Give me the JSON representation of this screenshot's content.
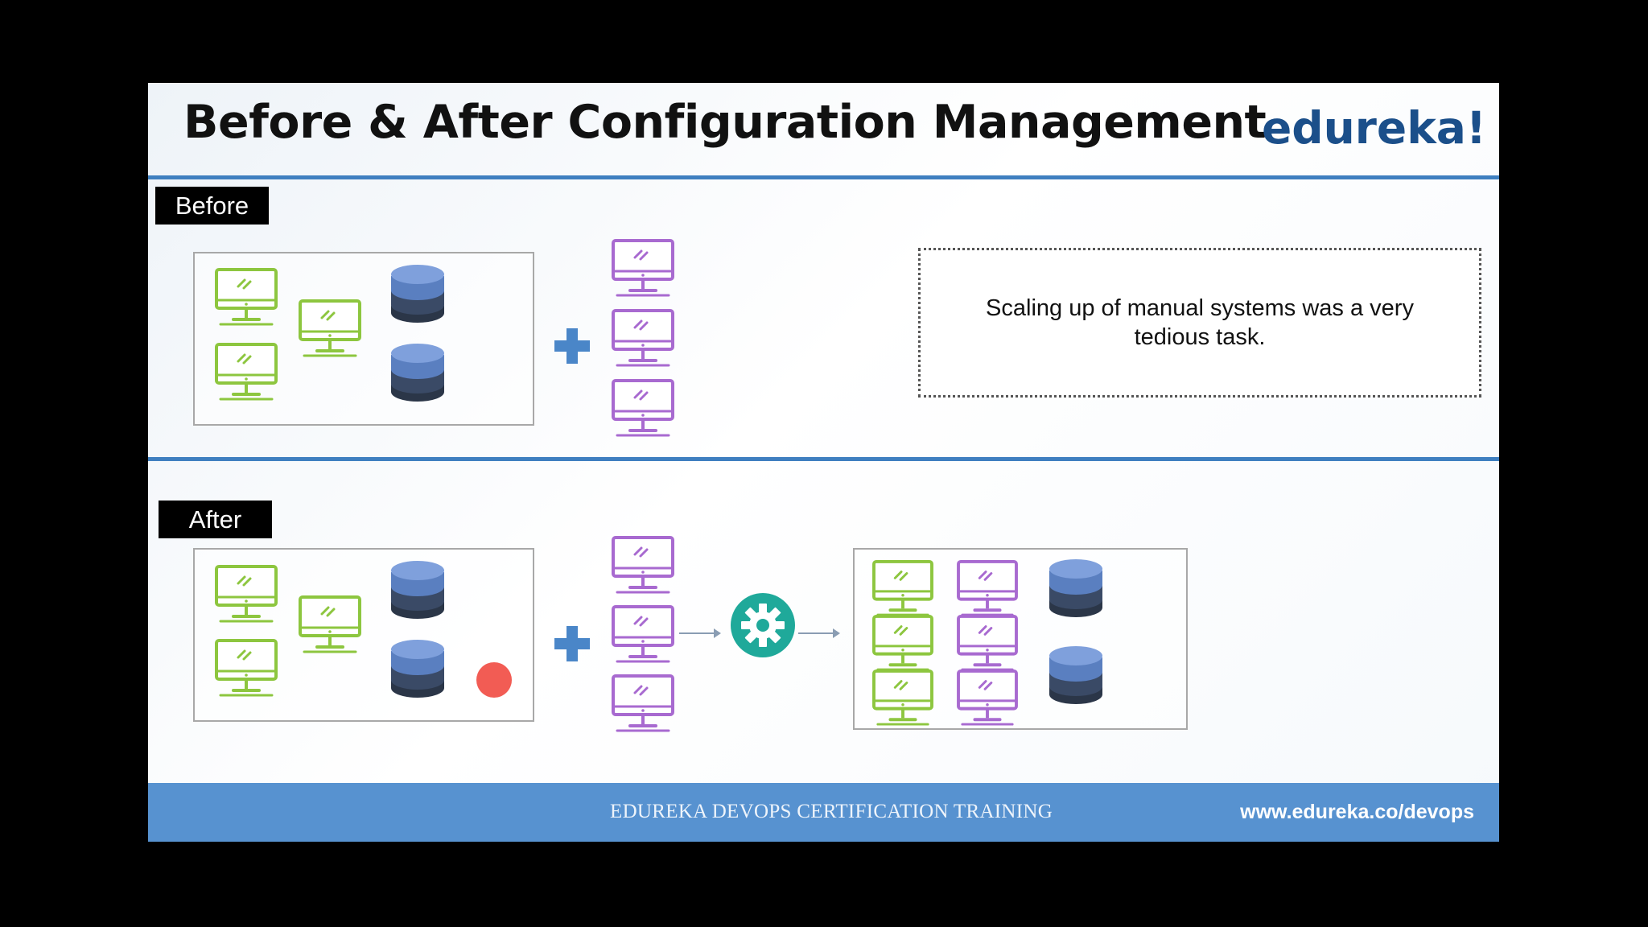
{
  "slide": {
    "title": "Before & After Configuration Management",
    "logo": "edureka!",
    "before_label": "Before",
    "after_label": "After",
    "note": "Scaling up of manual systems was a very tedious task.",
    "footer_title": "EDUREKA DEVOPS CERTIFICATION TRAINING",
    "footer_url": "www.edureka.co/devops"
  },
  "colors": {
    "existing_server": "#8dc63f",
    "new_server": "#a86ad0",
    "database": "#3d5b88",
    "accent": "#3f7fc0",
    "tool": "#1fa99a",
    "cursor": "#f25c54"
  },
  "icons": {
    "server": "monitor-icon",
    "database": "database-icon",
    "add": "plus-icon",
    "tool": "gear-icon"
  }
}
